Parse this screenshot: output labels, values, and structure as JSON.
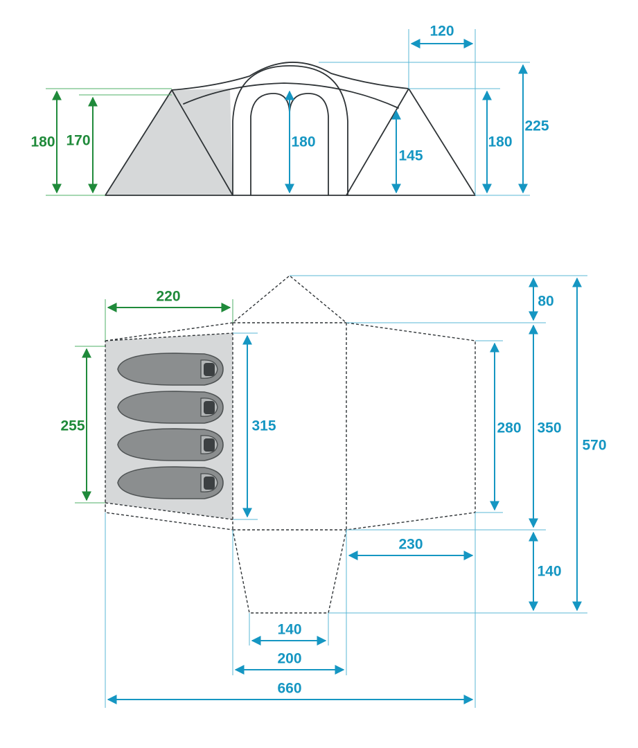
{
  "colors": {
    "green": "#1f8a3a",
    "blue": "#1596c2",
    "outline": "#2e3336",
    "shade": "#d6d8d9"
  },
  "side_view": {
    "left_total_height": "180",
    "left_inner_height": "170",
    "center_height": "180",
    "right_inner_height": "145",
    "right_outer_height": "180",
    "peak_height": "225",
    "top_width": "120"
  },
  "floor_plan": {
    "bedroom_width": "220",
    "bedroom_depth": "255",
    "center_depth": "315",
    "front_depth": "280",
    "body_depth": "350",
    "total_depth": "570",
    "top_vestibule": "80",
    "front_width": "230",
    "bottom_vestibule": "140",
    "door_inner_width": "140",
    "door_outer_width": "200",
    "total_width": "660"
  }
}
